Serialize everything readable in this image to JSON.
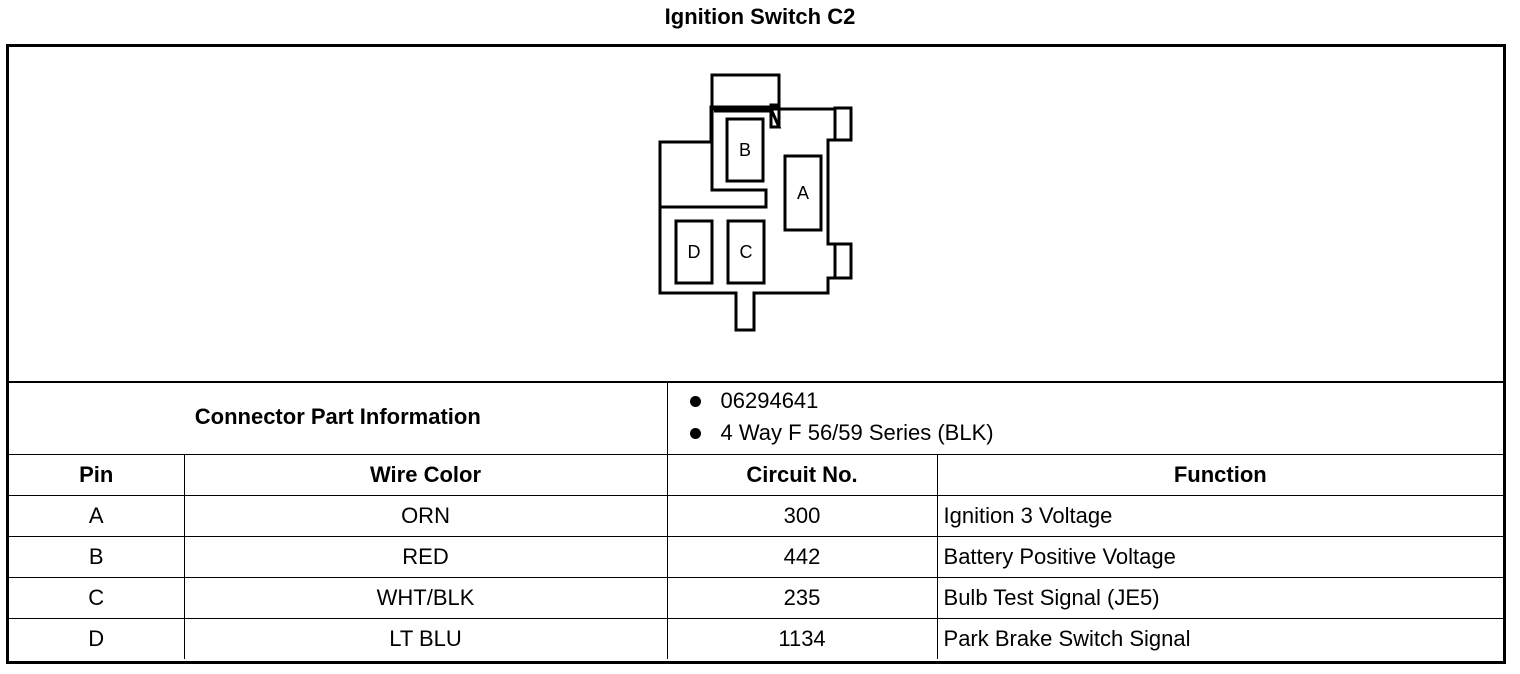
{
  "title": "Ignition Switch C2",
  "diagram": {
    "pins": [
      "A",
      "B",
      "C",
      "D"
    ]
  },
  "connector_info": {
    "label": "Connector Part Information",
    "items": [
      "06294641",
      "4 Way F 56/59 Series (BLK)"
    ]
  },
  "table": {
    "headers": [
      "Pin",
      "Wire Color",
      "Circuit No.",
      "Function"
    ],
    "rows": [
      [
        "A",
        "ORN",
        "300",
        "Ignition 3 Voltage"
      ],
      [
        "B",
        "RED",
        "442",
        "Battery Positive Voltage"
      ],
      [
        "C",
        "WHT/BLK",
        "235",
        "Bulb Test Signal (JE5)"
      ],
      [
        "D",
        "LT BLU",
        "1134",
        "Park Brake Switch Signal"
      ]
    ]
  }
}
